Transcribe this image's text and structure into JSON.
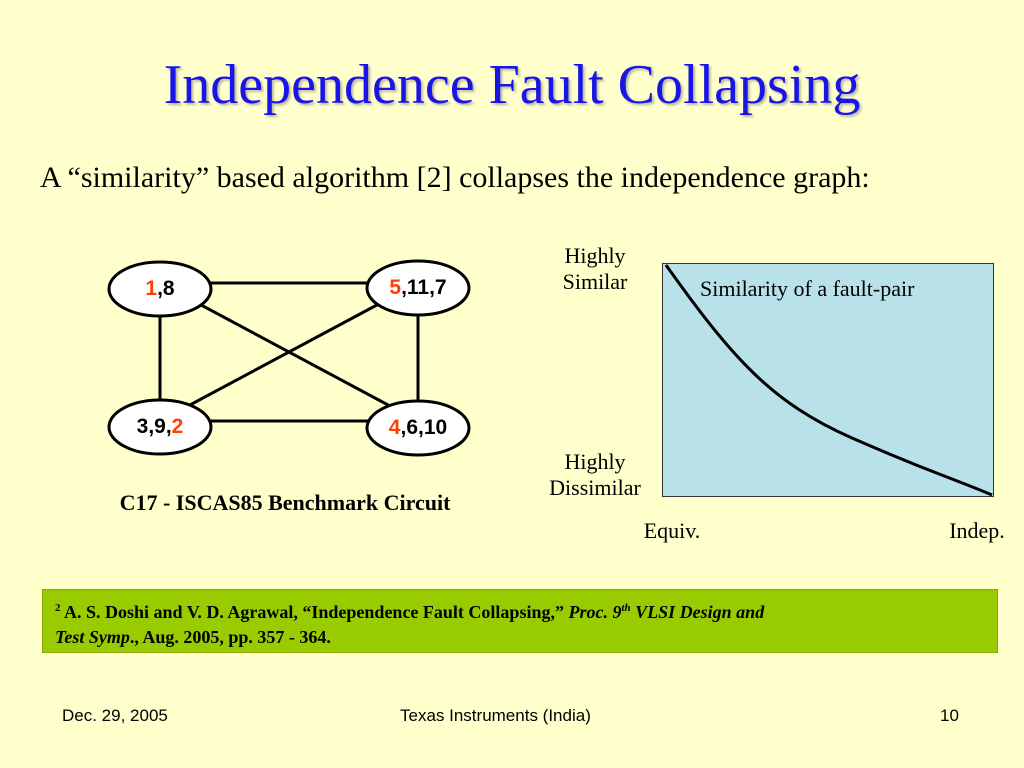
{
  "slide": {
    "title": "Independence Fault Collapsing",
    "subtitle": "A “similarity” based algorithm [2] collapses the independence graph:"
  },
  "graph": {
    "caption": "C17 - ISCAS85 Benchmark Circuit",
    "highlight_color": "#ff4000",
    "nodes": [
      {
        "id": "n1",
        "highlight": "1",
        "rest_after": ",8",
        "rest_before": ""
      },
      {
        "id": "n2",
        "highlight": "5",
        "rest_after": ",11,7",
        "rest_before": ""
      },
      {
        "id": "n3",
        "highlight": "2",
        "rest_after": "",
        "rest_before": "3,9,"
      },
      {
        "id": "n4",
        "highlight": "4",
        "rest_after": ",6,10",
        "rest_before": ""
      }
    ],
    "edges": [
      [
        "n1",
        "n2"
      ],
      [
        "n1",
        "n3"
      ],
      [
        "n1",
        "n4"
      ],
      [
        "n2",
        "n3"
      ],
      [
        "n2",
        "n4"
      ],
      [
        "n3",
        "n4"
      ]
    ]
  },
  "similarity_plot": {
    "curve_label": "Similarity of a fault-pair",
    "y_top_label": [
      "Highly",
      "Similar"
    ],
    "y_bottom_label": [
      "Highly",
      "Dissimilar"
    ],
    "x_left_label": "Equiv.",
    "x_right_label": "Indep.",
    "background_color": "#b9e1e9"
  },
  "reference": {
    "number": "2",
    "authors": "A. S. Doshi and V. D. Agrawal, “Independence Fault Collapsing,”",
    "venue_pre": "Proc. 9",
    "venue_sup": "th",
    "venue_post": "VLSI Design and",
    "venue_line2": "Test Symp",
    "details": "., Aug. 2005, pp. 357 - 364.",
    "background_color": "#99cc00"
  },
  "footer": {
    "date": "Dec. 29, 2005",
    "organization": "Texas Instruments (India)",
    "page_number": "10"
  }
}
